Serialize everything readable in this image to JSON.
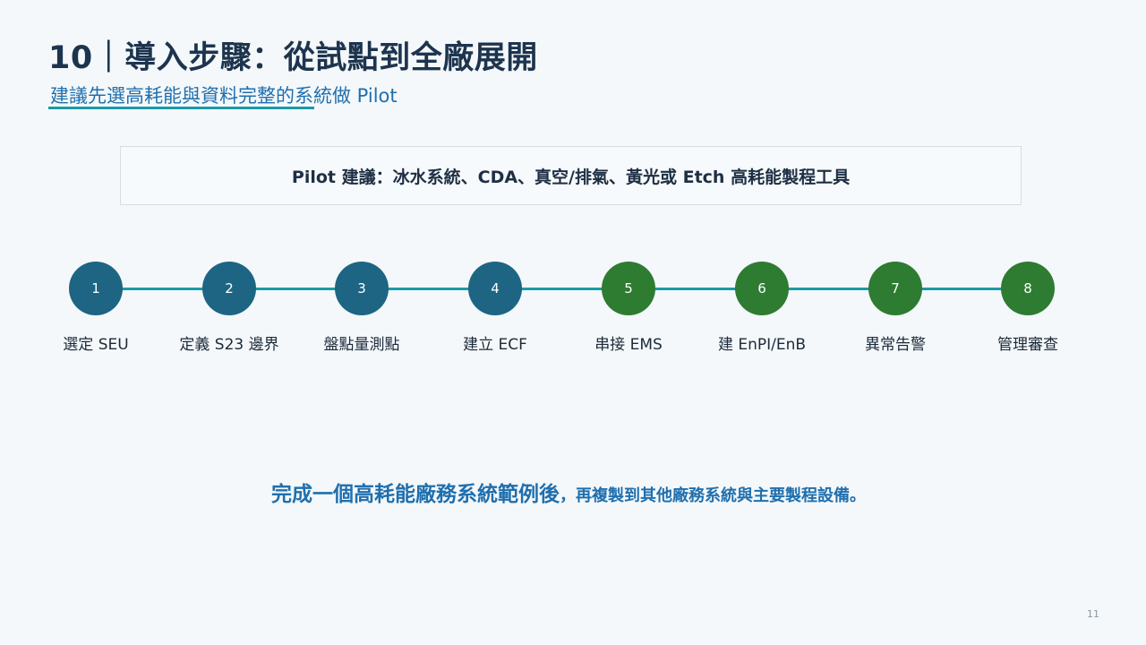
{
  "slide": {
    "title": "10｜導入步驟：從試點到全廠展開",
    "subtitle": "建議先選高耗能與資料完整的系統做 Pilot",
    "callout": "Pilot 建議：冰水系統、CDA、真空/排氣、黃光或 Etch 高耗能製程工具",
    "steps": [
      {
        "number": "1",
        "label": "選定 SEU"
      },
      {
        "number": "2",
        "label": "定義 S23 邊界"
      },
      {
        "number": "3",
        "label": "盤點量測點"
      },
      {
        "number": "4",
        "label": "建立 ECF"
      },
      {
        "number": "5",
        "label": "串接 EMS"
      },
      {
        "number": "6",
        "label": "建 EnPI/EnB"
      },
      {
        "number": "7",
        "label": "異常告警"
      },
      {
        "number": "8",
        "label": "管理審查"
      }
    ],
    "conclusion_lead": "完成一個高耗能廠務系統範例後",
    "conclusion_rest": "，再複製到其他廠務系統與主要製程設備。",
    "page_number": "11"
  },
  "colors": {
    "background": "#f4f8fa",
    "title": "#1d344e",
    "accent_blue": "#1f6fae",
    "teal_line": "#1a9aa8",
    "step_blue": "#1d6583",
    "step_green": "#2e7b32"
  }
}
